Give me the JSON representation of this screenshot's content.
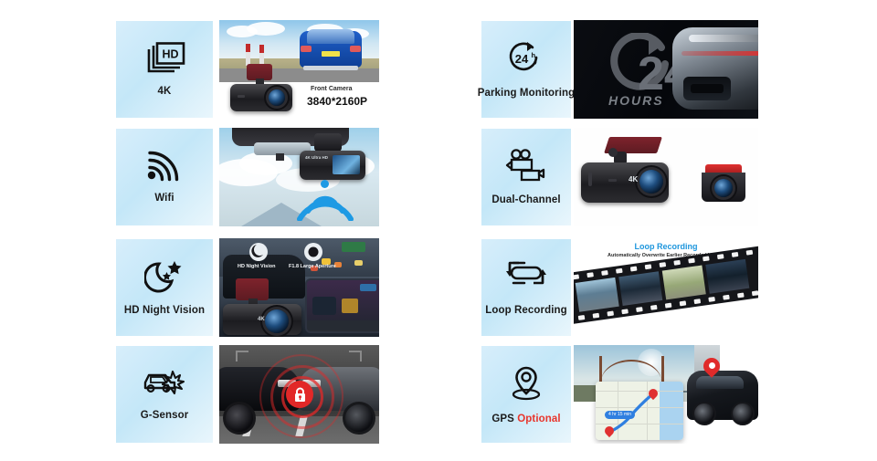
{
  "page": {
    "background": "#ffffff",
    "accent_blue": "#2a9ddd",
    "tile_blue": "#c9e8f8",
    "optional_red": "#e8352c"
  },
  "features": [
    {
      "id": "4k",
      "icon": "hd-frames-icon",
      "caption": "4K",
      "photo_name": "front-camera-photo",
      "photo_labels": [
        {
          "text": "Front Camera",
          "size": "small"
        },
        {
          "text": "3840*2160P",
          "size": "large"
        }
      ]
    },
    {
      "id": "wifi",
      "icon": "wifi-icon",
      "caption": "Wifi",
      "photo_name": "wifi-dashcam-photo",
      "screen_label": "4K Ultra HD",
      "photo_labels": []
    },
    {
      "id": "hd-night-vision",
      "icon": "moon-stars-icon",
      "caption": "HD Night Vision",
      "photo_name": "night-vision-photo",
      "photo_labels": [
        {
          "text": "HD Night Vision",
          "size": "small"
        },
        {
          "text": "F1.8 Large Aperture",
          "size": "small"
        }
      ],
      "camera_badge": "4K"
    },
    {
      "id": "g-sensor",
      "icon": "car-impact-icon",
      "caption": "G-Sensor",
      "photo_name": "g-sensor-collision-photo",
      "photo_labels": []
    }
  ],
  "features_right": [
    {
      "id": "parking-monitoring",
      "icon": "24h-clock-icon",
      "icon_text": "24",
      "icon_text_sup": "h",
      "caption": "Parking Monitoring",
      "photo_name": "parking-monitoring-photo",
      "photo_labels": [
        {
          "text": "24",
          "size": "xl"
        },
        {
          "text": "HOURS",
          "size": "small"
        }
      ]
    },
    {
      "id": "dual-channel",
      "icon": "dual-camcorder-icon",
      "caption": "Dual-Channel",
      "photo_name": "dual-channel-cameras-photo",
      "camera_badge": "4K",
      "photo_labels": []
    },
    {
      "id": "loop-recording",
      "icon": "loop-arrows-icon",
      "caption": "Loop Recording",
      "photo_name": "loop-recording-photo",
      "photo_title": "Loop Recording",
      "photo_subtitle": "Automatically Overwrite Earlier Recorded Videos",
      "photo_labels": []
    },
    {
      "id": "gps-optional",
      "icon": "gps-pin-icon",
      "caption_main": "GPS",
      "caption_optional": "Optional",
      "photo_name": "gps-bridge-map-photo",
      "map_badge": "4 hr 15 min",
      "photo_labels": []
    }
  ]
}
